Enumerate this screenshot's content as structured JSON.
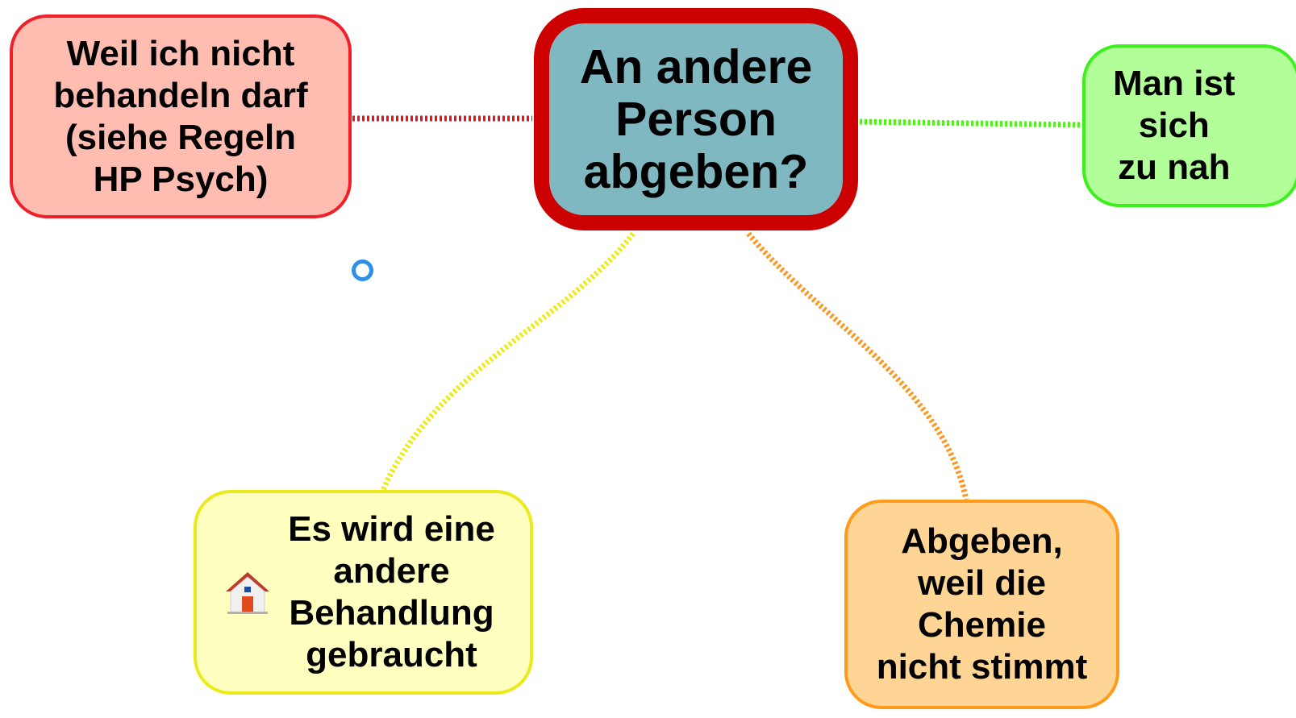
{
  "diagram": {
    "type": "mind-map",
    "center": {
      "text": "An andere\nPerson\nabgeben?",
      "fill": "#7fb8c1",
      "border": "#cc0000"
    },
    "branches": [
      {
        "id": "red",
        "text": "Weil ich nicht\nbehandeln darf\n(siehe Regeln\nHP Psych)",
        "fill": "#ffbcb0",
        "border": "#f0202a",
        "connector_color": "#e8141e",
        "connector_style": "dotted"
      },
      {
        "id": "green",
        "text": "Man ist\nsich\nzu nah",
        "fill": "#b2ff9a",
        "border": "#3cf01c",
        "connector_color": "#55ee22",
        "connector_style": "dotted"
      },
      {
        "id": "yellow",
        "text": "Es wird eine\nandere\nBehandlung\ngebraucht",
        "fill": "#ffffc0",
        "border": "#eaea1c",
        "connector_color": "#eeea14",
        "connector_style": "dotted",
        "icon": "house-icon"
      },
      {
        "id": "orange",
        "text": "Abgeben,\nweil die\nChemie\nnicht stimmt",
        "fill": "#ffd596",
        "border": "#ff9a1a",
        "connector_color": "#ff951a",
        "connector_style": "dotted"
      }
    ],
    "handle_icon": "circle-handle-icon",
    "handle_color": "#2f8fe6"
  }
}
